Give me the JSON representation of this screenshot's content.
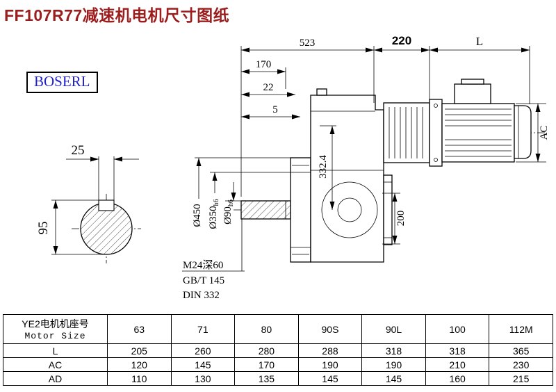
{
  "page": {
    "title": "FF107R77减速机电机尺寸图纸"
  },
  "brand": {
    "label": "BOSERL"
  },
  "dims": {
    "total_len": "523",
    "adapter_len": "220",
    "motor_len": "L",
    "flange_len": "170",
    "shoulder": "22",
    "gap": "5",
    "motor_dia": "AC",
    "height": "332.4",
    "cover": "200",
    "flange_dia": "Ø450",
    "spigot_dia": "Ø350",
    "spigot_tol": "h6",
    "shaft_dia": "Ø90",
    "shaft_tol": "h6",
    "key_width": "25",
    "key_height": "95",
    "tap_note": "M24深60",
    "std_note1": "GB/T 145",
    "std_note2": "DIN 332"
  },
  "table": {
    "header": {
      "title_cn": "YE2电机机座号",
      "title_en": "Motor Size",
      "sizes": [
        "63",
        "71",
        "80",
        "90S",
        "90L",
        "100",
        "112M"
      ]
    },
    "rows": [
      {
        "label": "L",
        "values": [
          "205",
          "260",
          "280",
          "288",
          "318",
          "318",
          "365"
        ]
      },
      {
        "label": "AC",
        "values": [
          "120",
          "145",
          "170",
          "190",
          "190",
          "210",
          "230"
        ]
      },
      {
        "label": "AD",
        "values": [
          "110",
          "130",
          "135",
          "145",
          "145",
          "160",
          "215"
        ]
      }
    ]
  }
}
